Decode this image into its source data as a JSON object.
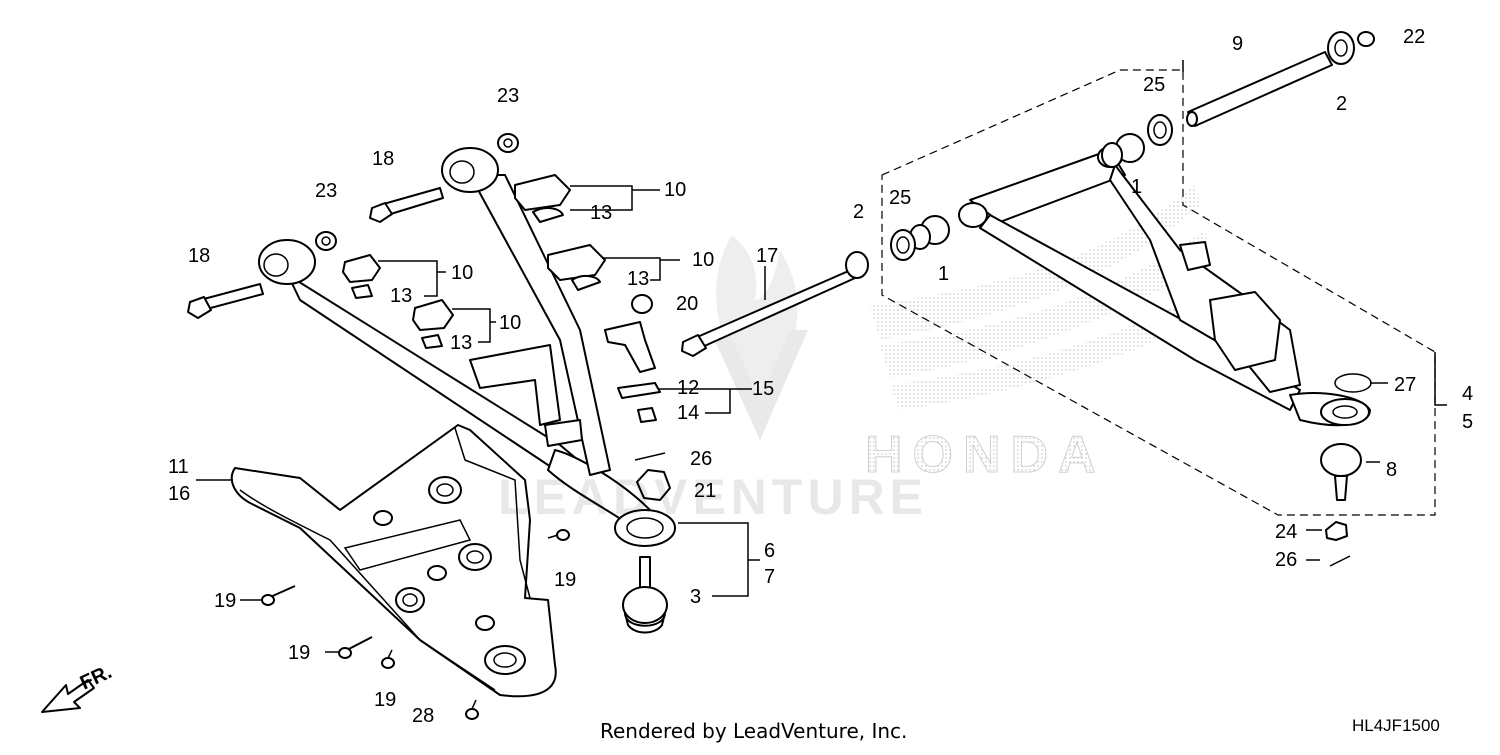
{
  "watermark": {
    "brand_text": "HONDA",
    "vendor_text": "LEADVENTURE"
  },
  "direction_label": "FR.",
  "footer": {
    "rendered_by": "Rendered by LeadVenture, Inc.",
    "diagram_code": "HL4JF1500"
  },
  "callouts": [
    "23",
    "18",
    "23",
    "18",
    "10",
    "13",
    "10",
    "13",
    "10",
    "13",
    "10",
    "13",
    "20",
    "17",
    "12",
    "15",
    "14",
    "26",
    "21",
    "11",
    "16",
    "6",
    "7",
    "3",
    "19",
    "19",
    "19",
    "19",
    "28",
    "9",
    "22",
    "25",
    "2",
    "1",
    "25",
    "2",
    "1",
    "27",
    "4",
    "5",
    "8",
    "24",
    "26"
  ],
  "colors": {
    "line": "#000000",
    "background": "#ffffff",
    "watermark": "#e6e6e6"
  }
}
